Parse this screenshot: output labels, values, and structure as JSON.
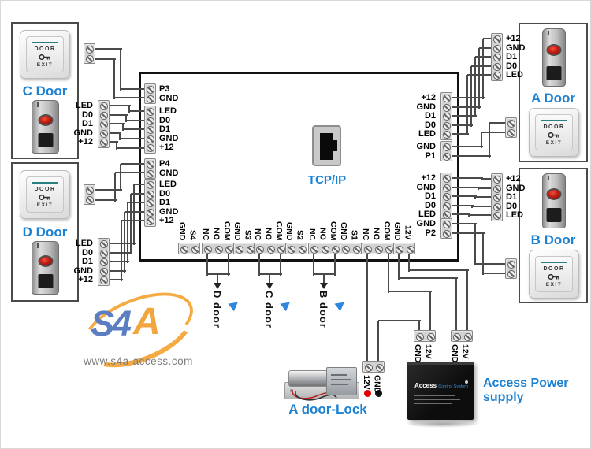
{
  "branding": {
    "logo_text_blue": "S4",
    "logo_text_orange": "A",
    "website": "www.s4a-access.com"
  },
  "colors": {
    "accent_blue": "#1e82d2",
    "arrow_blue": "#2e86de",
    "wire_gray": "#4a4a4a",
    "dot_red": "#e00000",
    "dot_black": "#111111",
    "logo_blue": "#5b7ec2",
    "logo_orange": "#f3a63d"
  },
  "controller": {
    "tcpip_label": "TCP/IP",
    "left": {
      "port3": [
        "P3",
        "GND"
      ],
      "reader_c": [
        "LED",
        "D0",
        "D1",
        "GND",
        "+12"
      ],
      "port4": [
        "P4",
        "GND"
      ],
      "reader_d": [
        "LED",
        "D0",
        "D1",
        "GND",
        "+12"
      ]
    },
    "right": {
      "reader_a": [
        "+12",
        "GND",
        "D1",
        "D0",
        "LED"
      ],
      "port1": [
        "GND",
        "P1"
      ],
      "reader_b": [
        "+12",
        "GND",
        "D1",
        "D0",
        "LED"
      ],
      "port2": [
        "GND",
        "P2"
      ]
    },
    "bottom": [
      [
        "GND",
        "S4"
      ],
      [
        "NC",
        "NO",
        "COM"
      ],
      [
        "GND",
        "S3"
      ],
      [
        "NC",
        "NO",
        "COM"
      ],
      [
        "GND",
        "S2"
      ],
      [
        "NC",
        "NO",
        "COM"
      ],
      [
        "GND",
        "S1"
      ],
      [
        "NC",
        "NO",
        "COM"
      ],
      [
        "GND",
        "12V"
      ]
    ]
  },
  "doors": {
    "a": {
      "label": "A Door",
      "terminals": [
        "+12",
        "GND",
        "D1",
        "D0",
        "LED"
      ]
    },
    "b": {
      "label": "B Door",
      "terminals": [
        "+12",
        "GND",
        "D1",
        "D0",
        "LED"
      ]
    },
    "c": {
      "label": "C Door",
      "terminals": [
        "LED",
        "D0",
        "D1",
        "GND",
        "+12"
      ]
    },
    "d": {
      "label": "D Door",
      "terminals": [
        "LED",
        "D0",
        "D1",
        "GND",
        "+12"
      ]
    }
  },
  "exit_button": {
    "top": "DOOR",
    "bottom": "EXIT"
  },
  "outputs": [
    {
      "label": "D door"
    },
    {
      "label": "C door"
    },
    {
      "label": "B door"
    }
  ],
  "lock": {
    "label": "A door-Lock",
    "terminals": [
      "12V",
      "GND"
    ]
  },
  "power_supply": {
    "label_line1": "Access Power",
    "label_line2": "supply",
    "device_text1": "Access",
    "device_text2": "Control System",
    "blocks": [
      [
        "GND",
        "12V"
      ],
      [
        "GND",
        "12V"
      ]
    ]
  }
}
